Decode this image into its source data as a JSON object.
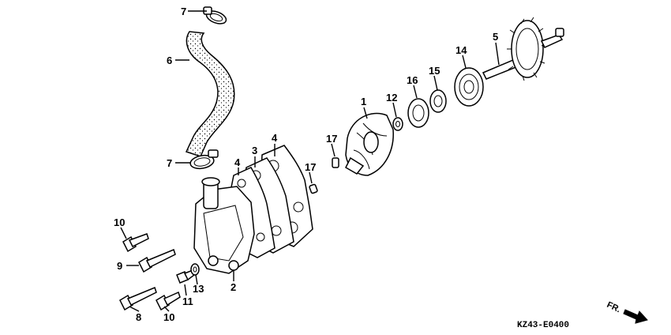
{
  "diagram_code": "KZ43-E0400",
  "front_label": "FR.",
  "callouts": {
    "c1": "1",
    "c2": "2",
    "c3": "3",
    "c4a": "4",
    "c4b": "4",
    "c5": "5",
    "c6": "6",
    "c7a": "7",
    "c7b": "7",
    "c8": "8",
    "c9": "9",
    "c10a": "10",
    "c10b": "10",
    "c11": "11",
    "c12": "12",
    "c13": "13",
    "c14": "14",
    "c15": "15",
    "c16": "16",
    "c17a": "17",
    "c17b": "17"
  }
}
